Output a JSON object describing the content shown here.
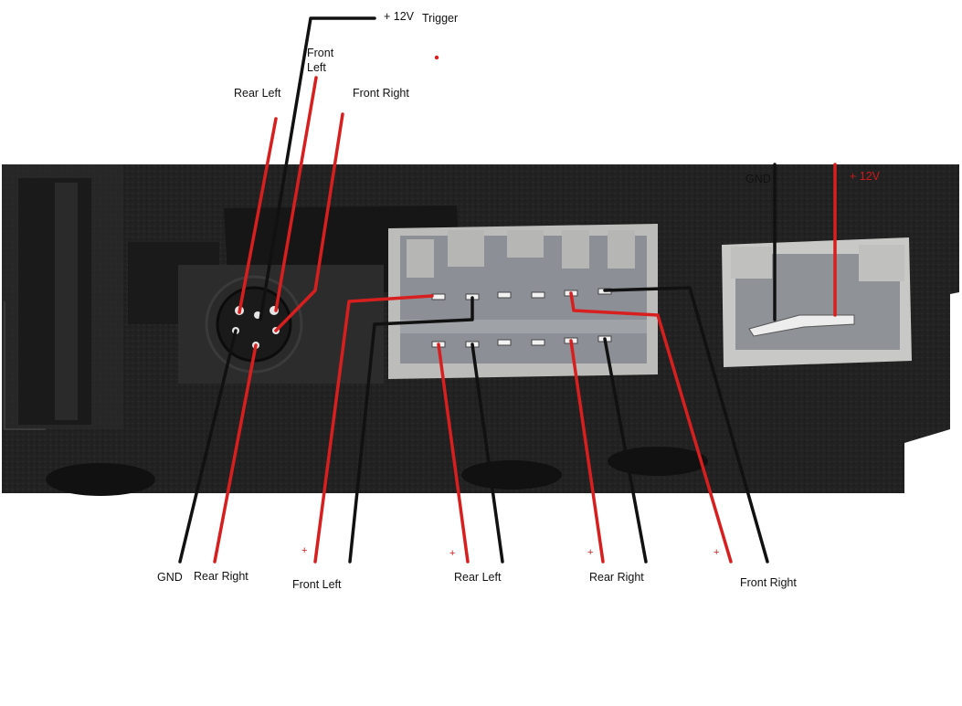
{
  "colors": {
    "positive_wire": "#d81f1f",
    "negative_wire": "#111111",
    "housing": "#1f1f1f",
    "connector_grey": "#b8b8b6"
  },
  "labels": {
    "trigger_plus": "+ 12V",
    "trigger": "Trigger",
    "din_front_left": "Front\nLeft",
    "din_rear_left": "Rear Left",
    "din_front_right": "Front Right",
    "power_gnd": "GND",
    "power_plus": "+ 12V",
    "bottom_gnd": "GND",
    "bottom_rear_right": "Rear Right",
    "bottom_front_left": "Front Left",
    "bottom_rear_left": "Rear Left",
    "bottom_rear_right_2": "Rear Right",
    "bottom_front_right": "Front Right",
    "plus_sign": "+"
  }
}
